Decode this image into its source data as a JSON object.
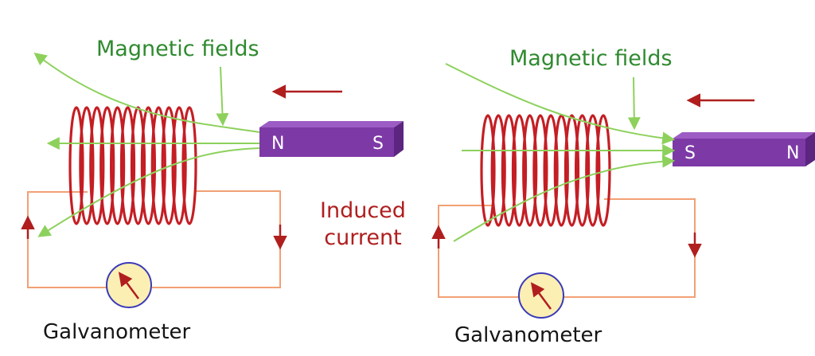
{
  "left_panel": {
    "field_label": "Magnetic fields",
    "magnet": {
      "near_pole": "N",
      "far_pole": "S"
    },
    "meter_label": "Galvanometer"
  },
  "right_panel": {
    "field_label": "Magnetic fields",
    "magnet": {
      "near_pole": "S",
      "far_pole": "N"
    },
    "meter_label": "Galvanometer",
    "induced_label_line1": "Induced",
    "induced_label_line2": "current"
  },
  "colors": {
    "coil": "#c41e24",
    "field_lines": "#8dd15c",
    "label_green": "#2f8a2f",
    "magnet_front": "#7d3aa6",
    "magnet_top": "#9c5cc4",
    "magnet_side": "#5b2580",
    "circuit_wire": "#f2a074",
    "current_arrows": "#b01e1e",
    "meter_fill": "#fbefb4",
    "meter_ring": "#3a3ab8"
  }
}
